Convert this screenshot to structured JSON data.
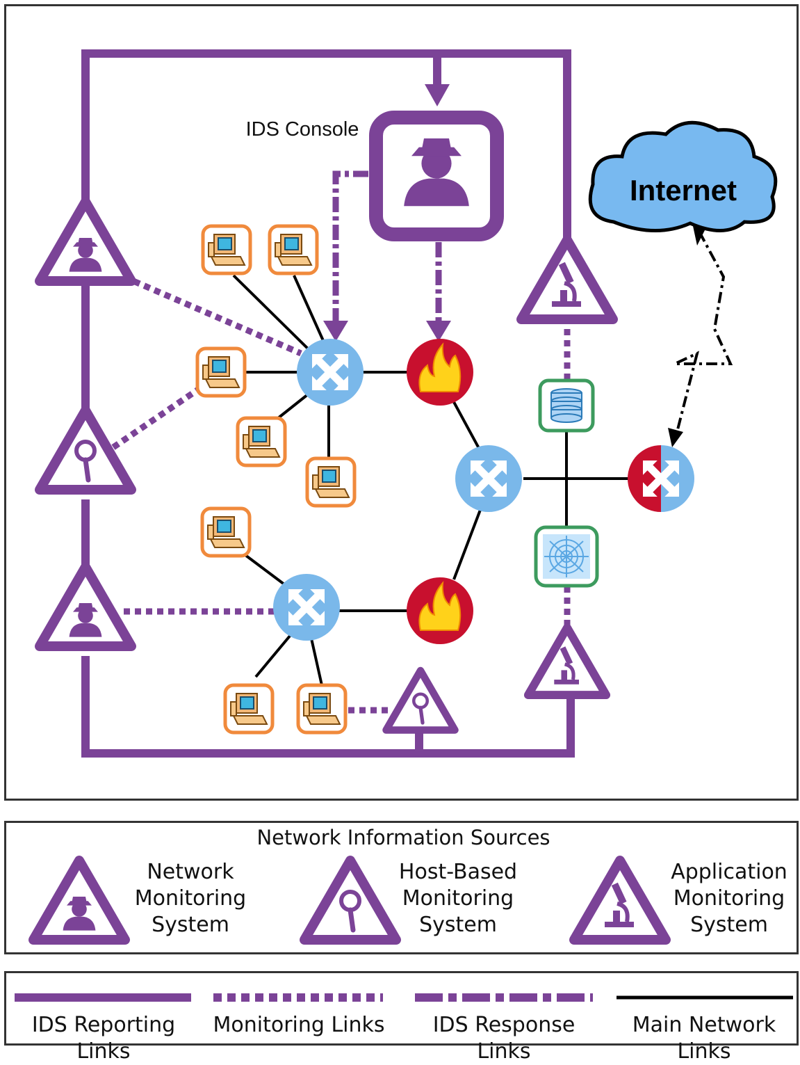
{
  "diagram": {
    "console_label": "IDS Console",
    "internet_label": "Internet"
  },
  "legend_sources": {
    "title": "Network Information Sources",
    "items": [
      {
        "line1": "Network",
        "line2": "Monitoring",
        "line3": "System"
      },
      {
        "line1": "Host-Based",
        "line2": "Monitoring",
        "line3": "System"
      },
      {
        "line1": "Application",
        "line2": "Monitoring",
        "line3": "System"
      }
    ]
  },
  "legend_links": {
    "items": [
      {
        "label": "IDS Reporting Links"
      },
      {
        "label": "Monitoring Links"
      },
      {
        "label": "IDS Response Links"
      },
      {
        "label": "Main Network Links"
      }
    ]
  },
  "colors": {
    "ids_purple": "#7b4397",
    "router_blue": "#7ab8ea",
    "firewall_red": "#c8102e",
    "host_orange": "#f08a3c",
    "server_green": "#3d9b5e",
    "cloud_blue": "#78b9f0"
  }
}
